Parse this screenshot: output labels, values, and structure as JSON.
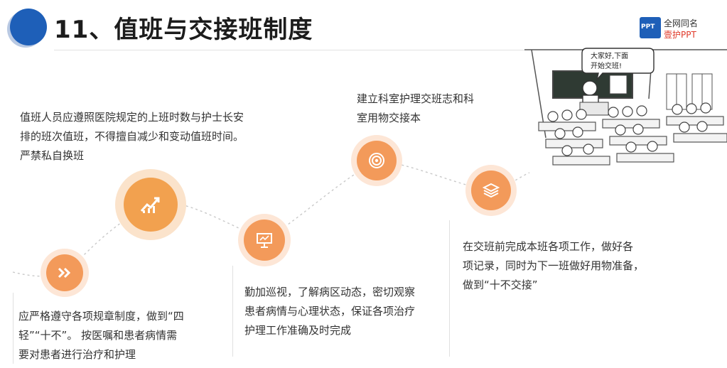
{
  "header": {
    "title": "11、值班与交接班制度"
  },
  "logo": {
    "line1": "全网同名",
    "line2": "壹护PPT",
    "mark": "PPT"
  },
  "cartoon": {
    "speech": "大家好,下面开始交班!",
    "speech_line1": "大家好,下面",
    "speech_line2": "开始交班!"
  },
  "steps": [
    {
      "icon": "double-chevron-right-icon",
      "text_lines": [
        "应严格遵守各项规章制度，做到“四",
        "轻”“十不”。 按医嘱和患者病情需",
        "要对患者进行治疗和护理"
      ]
    },
    {
      "icon": "chart-trend-icon",
      "text_lines": [
        "值班人员应遵照医院规定的上班时数与护士长安",
        "排的班次值班，不得擅自减少和变动值班时间。",
        "严禁私自换班"
      ]
    },
    {
      "icon": "presentation-icon",
      "text_lines": [
        "勤加巡视，了解病区动态，密切观察",
        "患者病情与心理状态，保证各项治疗",
        "护理工作准确及时完成"
      ]
    },
    {
      "icon": "target-icon",
      "text_lines": [
        "建立科室护理交班志和科",
        "室用物交接本"
      ]
    },
    {
      "icon": "layers-icon",
      "text_lines": [
        "在交班前完成本班各项工作，做好各",
        "项记录，同时为下一班做好用物准备，",
        "做到“十不交接”"
      ]
    }
  ],
  "colors": {
    "accent": "#f39a5a",
    "title_blue": "#1e5fb8"
  }
}
